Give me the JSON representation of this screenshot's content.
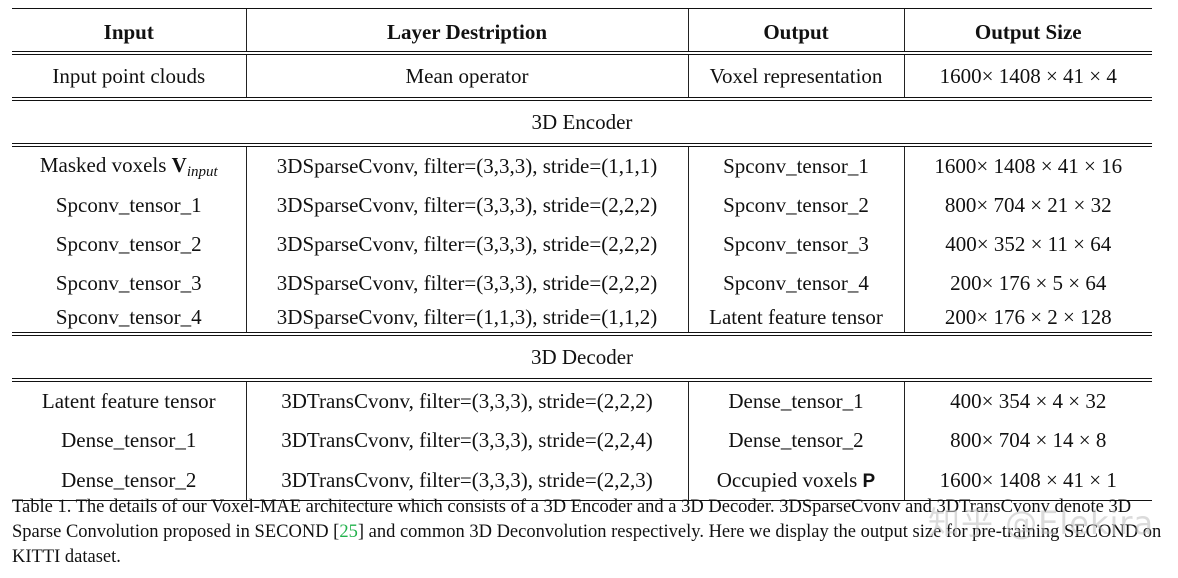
{
  "table": {
    "headers": [
      "Input",
      "Layer Destription",
      "Output",
      "Output Size"
    ],
    "input_row": [
      "Input point clouds",
      "Mean operator",
      "Voxel representation",
      "1600× 1408 × 41 × 4"
    ],
    "encoder_title": "3D Encoder",
    "encoder_first": {
      "input_prefix": "Masked voxels ",
      "input_bold": "V",
      "input_sub": "input",
      "layer": "3DSparseCvonv, filter=(3,3,3), stride=(1,1,1)",
      "output": "Spconv_tensor_1",
      "size": "1600× 1408 × 41 × 16"
    },
    "encoder_rows": [
      [
        "Spconv_tensor_1",
        "3DSparseCvonv, filter=(3,3,3), stride=(2,2,2)",
        "Spconv_tensor_2",
        "800× 704 × 21 × 32"
      ],
      [
        "Spconv_tensor_2",
        "3DSparseCvonv, filter=(3,3,3), stride=(2,2,2)",
        "Spconv_tensor_3",
        "400× 352 × 11 × 64"
      ],
      [
        "Spconv_tensor_3",
        "3DSparseCvonv, filter=(3,3,3), stride=(2,2,2)",
        "Spconv_tensor_4",
        "200× 176 × 5 × 64"
      ],
      [
        "Spconv_tensor_4",
        "3DSparseCvonv, filter=(1,1,3), stride=(1,1,2)",
        "Latent feature tensor",
        "200× 176 × 2 × 128"
      ]
    ],
    "decoder_title": "3D Decoder",
    "decoder_rows": [
      [
        "Latent feature tensor",
        "3DTransCvonv, filter=(3,3,3), stride=(2,2,2)",
        "Dense_tensor_1",
        "400× 354 × 4 × 32"
      ],
      [
        "Dense_tensor_1",
        "3DTransCvonv, filter=(3,3,3), stride=(2,2,4)",
        "Dense_tensor_2",
        "800× 704 × 14 × 8"
      ]
    ],
    "decoder_last": {
      "input": "Dense_tensor_2",
      "layer": "3DTransCvonv, filter=(3,3,3), stride=(2,2,3)",
      "output_prefix": "Occupied voxels ",
      "output_bold": "P",
      "size": "1600× 1408 × 41 × 1"
    }
  },
  "caption": {
    "part1": "Table 1. The details of our Voxel-MAE architecture which consists of a 3D Encoder and a 3D Decoder. 3DSparseCvonv and 3DTransCvonv denote 3D Sparse Convolution proposed in SECOND [",
    "cite": "25",
    "part2": "] and common 3D Deconvolution respectively.  Here we display the output size for pre-training SECOND on KITTI dataset."
  },
  "watermark": "知乎 @Elekira",
  "colors": {
    "citation": "#22b14c",
    "rules": "#111111",
    "watermark": "#bebebe"
  }
}
